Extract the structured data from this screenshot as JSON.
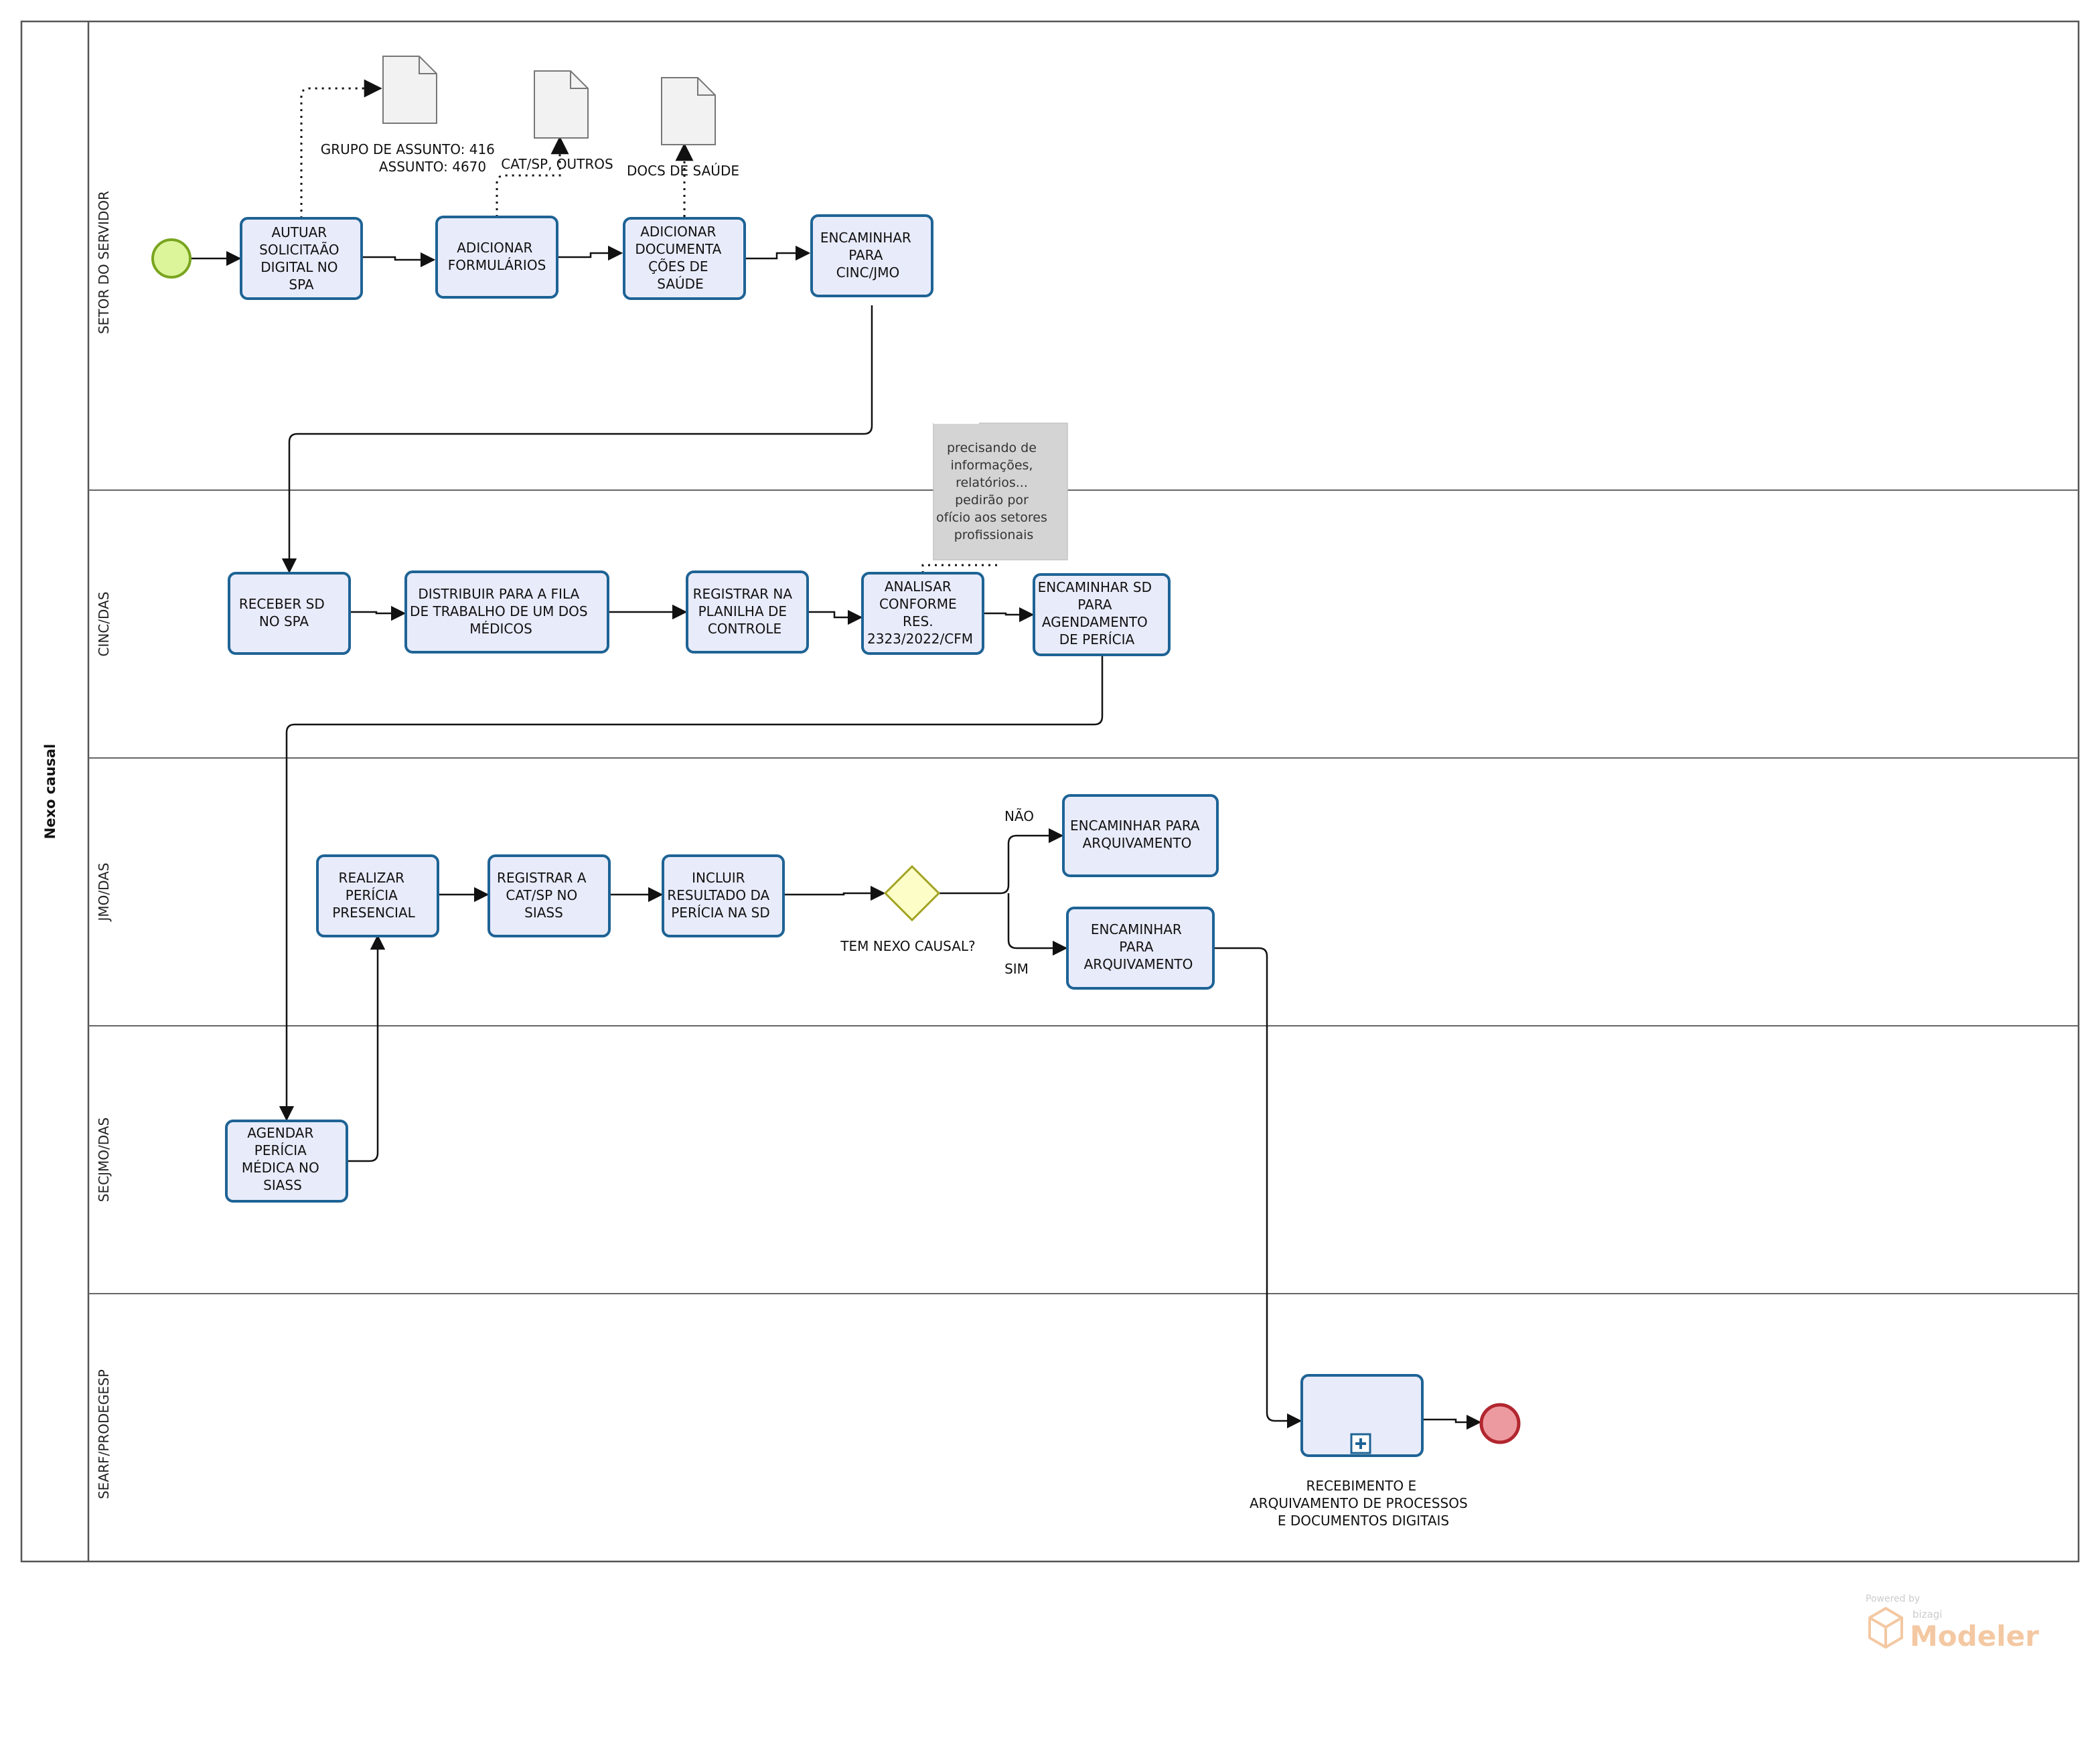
{
  "pool": {
    "label": "Nexo causal"
  },
  "lanes": [
    {
      "id": "setor",
      "label": "SETOR DO SERVIDOR"
    },
    {
      "id": "cinc",
      "label": "CINC/DAS"
    },
    {
      "id": "jmo",
      "label": "JMO/DAS"
    },
    {
      "id": "secjmo",
      "label": "SECJMO/DAS"
    },
    {
      "id": "searf",
      "label": "SEARF/PRODEGESP"
    }
  ],
  "tasks": [
    {
      "id": "t1",
      "lines": [
        "AUTUAR",
        "SOLICITAÃO",
        "DIGITAL NO",
        "SPA"
      ]
    },
    {
      "id": "t2",
      "lines": [
        "ADICIONAR",
        "FORMULÁRIOS"
      ]
    },
    {
      "id": "t3",
      "lines": [
        "ADICIONAR",
        "DOCUMENTA",
        "ÇÕES DE",
        "SAÚDE"
      ]
    },
    {
      "id": "t4",
      "lines": [
        "ENCAMINHAR",
        "PARA",
        "CINC/JMO"
      ]
    },
    {
      "id": "t5",
      "lines": [
        "RECEBER SD",
        "NO SPA"
      ]
    },
    {
      "id": "t6",
      "lines": [
        "DISTRIBUIR PARA A FILA",
        "DE TRABALHO DE UM DOS",
        "MÉDICOS"
      ]
    },
    {
      "id": "t7",
      "lines": [
        "REGISTRAR NA",
        "PLANILHA DE",
        "CONTROLE"
      ]
    },
    {
      "id": "t8",
      "lines": [
        "ANALISAR",
        "CONFORME",
        "RES.",
        "2323/2022/CFM"
      ]
    },
    {
      "id": "t9",
      "lines": [
        "ENCAMINHAR SD",
        "PARA",
        "AGENDAMENTO",
        "DE PERÍCIA"
      ]
    },
    {
      "id": "t10",
      "lines": [
        "REALIZAR",
        "PERÍCIA",
        "PRESENCIAL"
      ]
    },
    {
      "id": "t11",
      "lines": [
        "REGISTRAR A",
        "CAT/SP NO",
        "SIASS"
      ]
    },
    {
      "id": "t12",
      "lines": [
        "INCLUIR",
        "RESULTADO DA",
        "PERÍCIA NA SD"
      ]
    },
    {
      "id": "t13",
      "lines": [
        "ENCAMINHAR PARA",
        "ARQUIVAMENTO"
      ]
    },
    {
      "id": "t14",
      "lines": [
        "ENCAMINHAR",
        "PARA",
        "ARQUIVAMENTO"
      ]
    },
    {
      "id": "t15",
      "lines": [
        "AGENDAR",
        "PERÍCIA",
        "MÉDICA NO",
        "SIASS"
      ]
    },
    {
      "id": "t16",
      "lines": []
    }
  ],
  "subprocess_caption": [
    "RECEBIMENTO E",
    "ARQUIVAMENTO DE PROCESSOS",
    "E DOCUMENTOS DIGITAIS"
  ],
  "gateway": {
    "label": "TEM NEXO CAUSAL?"
  },
  "gateway_branches": {
    "no": "NÃO",
    "yes": "SIM"
  },
  "documents": [
    {
      "id": "d1",
      "lines": [
        "GRUPO DE ASSUNTO: 416",
        "ASSUNTO: 4670"
      ]
    },
    {
      "id": "d2",
      "lines": [
        "CAT/SP, OUTROS"
      ]
    },
    {
      "id": "d3",
      "lines": [
        "DOCS DE SAÚDE"
      ]
    }
  ],
  "annotation": {
    "lines": [
      "precisando de",
      "informações,",
      "relatórios...",
      "pedirão por",
      "ofício aos setores",
      "profissionais"
    ]
  },
  "watermark": {
    "small": "Powered by",
    "brand": "bizagi",
    "product": "Modeler"
  },
  "colors": {
    "task_fill": "#e8ebfa",
    "task_stroke": "#1e6395",
    "start_fill": "#dcf59a",
    "start_stroke": "#79a51f",
    "end_fill": "#ec9aa0",
    "end_stroke": "#b2262f",
    "gateway_fill": "#fdfdc8",
    "gateway_stroke": "#a2a223",
    "annotation_fill": "#d4d4d4",
    "watermark": "#f3c69e"
  }
}
